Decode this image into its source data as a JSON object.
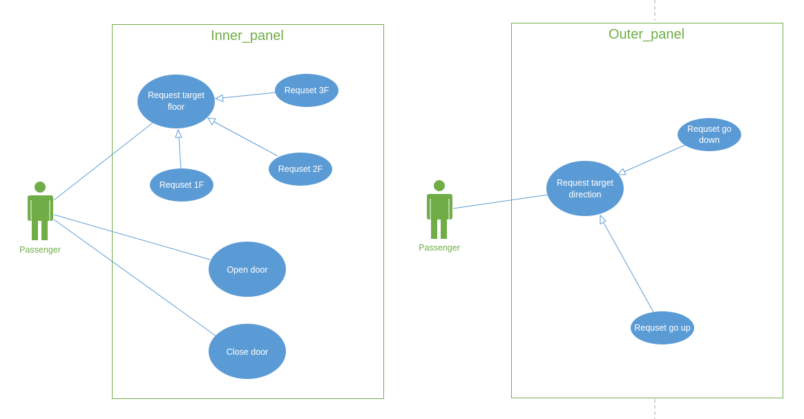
{
  "inner_panel": {
    "title": "Inner_panel",
    "use_cases": {
      "request_target_floor": [
        "Request target",
        "floor"
      ],
      "request_3f": "Requset 3F",
      "request_2f": "Requset 2F",
      "request_1f": "Requset 1F",
      "open_door": "Open door",
      "close_door": "Close door"
    },
    "actor": "Passenger"
  },
  "outer_panel": {
    "title": "Outer_panel",
    "use_cases": {
      "request_target_direction": [
        "Request target",
        "direction"
      ],
      "request_go_down": [
        "Requset go",
        "down"
      ],
      "request_go_up": "Requset go up"
    },
    "actor": "Passenger"
  },
  "colors": {
    "use_case_fill": "#5b9bd5",
    "panel_border": "#70ad47",
    "actor": "#70ad47",
    "connector": "#5b9bd5"
  }
}
